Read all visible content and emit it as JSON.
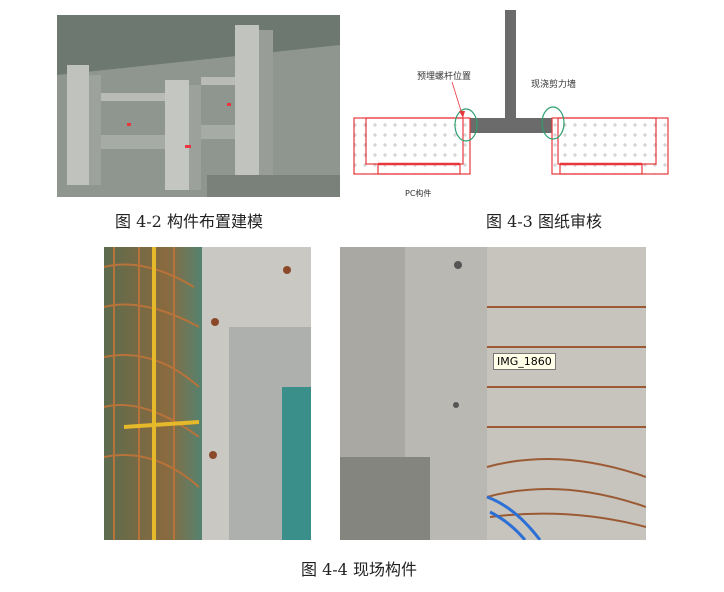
{
  "figures": [
    {
      "caption": "图 4-2 构件布置建模"
    },
    {
      "caption": "图 4-3 图纸审核",
      "labels": {
        "embedded_bolt": "预埋螺杆位置",
        "cast_in_place_wall": "现浇剪力墙",
        "pc_component": "PC构件"
      },
      "colors": {
        "pc_outline": "#e8383d",
        "wall": "#6b6b6b",
        "highlight": "#2e9e6e"
      }
    },
    {
      "caption": "图 4-4 现场构件",
      "tooltip": "IMG_1860"
    }
  ]
}
